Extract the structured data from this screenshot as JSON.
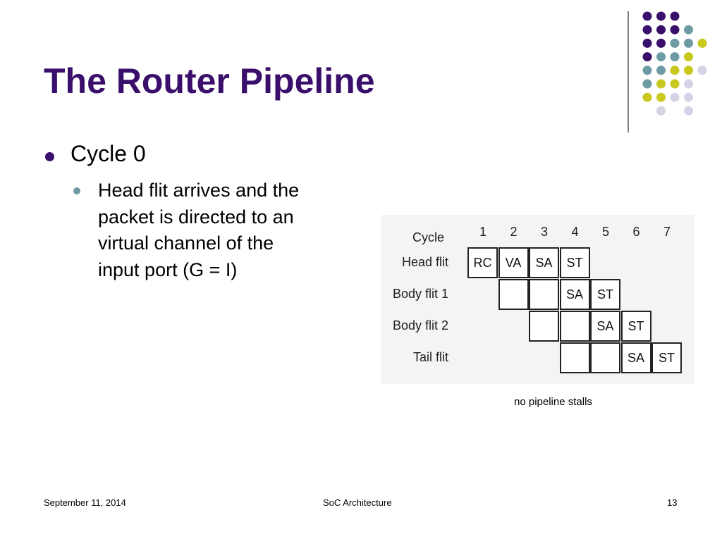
{
  "slide": {
    "title": "The Router Pipeline",
    "bullets": {
      "level1": "Cycle 0",
      "level2_lines": [
        "Head flit arrives and the",
        "packet is directed to an",
        "virtual channel of the",
        "input port (G = I)"
      ]
    },
    "diagram": {
      "cycle_label": "Cycle",
      "cycles": [
        "1",
        "2",
        "3",
        "4",
        "5",
        "6",
        "7"
      ],
      "rows": [
        {
          "label": "Head flit",
          "start": 1,
          "cells": [
            "RC",
            "VA",
            "SA",
            "ST"
          ]
        },
        {
          "label": "Body flit 1",
          "start": 2,
          "cells": [
            "",
            "",
            "SA",
            "ST"
          ]
        },
        {
          "label": "Body flit 2",
          "start": 3,
          "cells": [
            "",
            "",
            "SA",
            "ST"
          ]
        },
        {
          "label": "Tail flit",
          "start": 4,
          "cells": [
            "",
            "",
            "SA",
            "ST"
          ]
        }
      ]
    },
    "caption": "no pipeline stalls",
    "footer": {
      "date": "September 11, 2014",
      "course": "SoC Architecture",
      "page": "13"
    }
  },
  "colors": {
    "title": "#3a0f6b",
    "dot_purple": "#3a0f6b",
    "dot_teal": "#6e9aa3",
    "dot_yellow": "#c8c81e",
    "dot_lavender": "#d4d4e6"
  },
  "decor": {
    "dot_grid": [
      [
        1,
        1,
        1,
        0,
        0
      ],
      [
        1,
        1,
        1,
        2,
        0
      ],
      [
        1,
        1,
        2,
        2,
        3
      ],
      [
        1,
        2,
        2,
        3,
        0
      ],
      [
        2,
        2,
        3,
        3,
        4
      ],
      [
        2,
        3,
        3,
        4,
        0
      ],
      [
        3,
        3,
        4,
        4,
        0
      ],
      [
        0,
        4,
        0,
        4,
        0
      ]
    ]
  }
}
